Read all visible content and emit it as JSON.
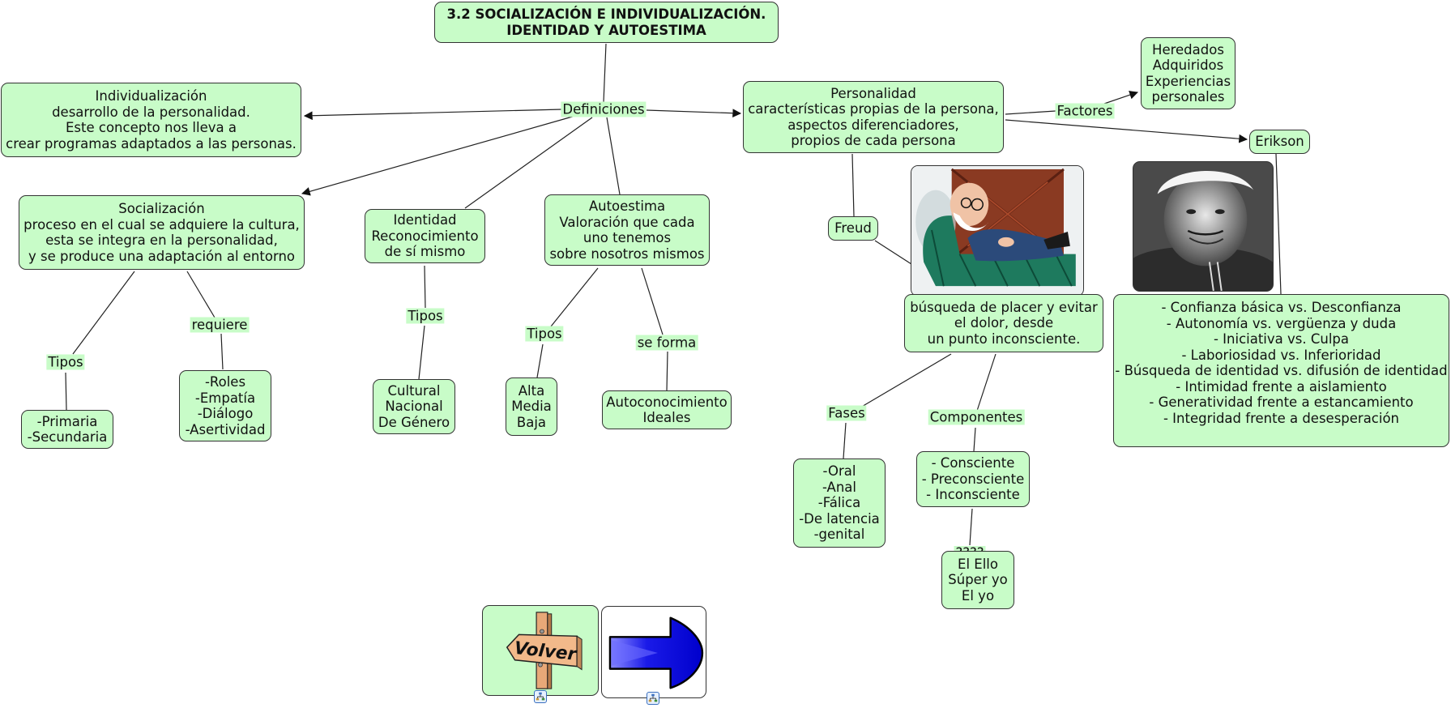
{
  "title": "3.2 SOCIALIZACIÓN E INDIVIDUALIZACIÓN.\nIDENTIDAD Y AUTOESTIMA",
  "nodes": {
    "individualizacion": "Individualización\ndesarrollo de la personalidad.\nEste concepto nos lleva a\ncrear programas adaptados a las personas.",
    "personalidad": "Personalidad\ncaracterísticas propias de la persona,\naspectos diferenciadores,\npropios de cada persona",
    "factores_list": "Heredados\nAdquiridos\nExperiencias\npersonales",
    "erikson": "Erikson",
    "socializacion": "Socialización\nproceso en el cual se adquiere la cultura,\nesta se integra en la personalidad,\ny se produce una adaptación al entorno",
    "identidad": "Identidad\nReconocimiento\nde sí mismo",
    "autoestima": "Autoestima\nValoración que cada\nuno tenemos\nsobre nosotros mismos",
    "freud": "Freud",
    "freud_desc": "búsqueda de placer y evitar\nel dolor, desde\nun punto inconsciente.",
    "erikson_stages": "- Confianza básica vs. Desconfianza\n- Autonomía vs. vergüenza y duda\n- Iniciativa vs. Culpa\n- Laboriosidad vs. Inferioridad\n- Búsqueda de identidad vs. difusión de identidad\n- Intimidad frente a aislamiento\n- Generatividad frente a estancamiento\n- Integridad frente a desesperación",
    "soc_tipos": "-Primaria\n-Secundaria",
    "soc_requiere": "-Roles\n-Empatía\n-Diálogo\n-Asertividad",
    "identidad_tipos": "Cultural\nNacional\nDe Género",
    "autoestima_tipos": "Alta\nMedia\nBaja",
    "autoestima_forma": "Autoconocimiento\nIdeales",
    "fases": "-Oral\n-Anal\n-Fálica\n-De latencia\n-genital",
    "componentes": "- Consciente\n- Preconsciente\n- Inconsciente",
    "ello": "El Ello\nSúper yo\nEl yo"
  },
  "link_labels": {
    "definiciones": "Definiciones",
    "factores": "Factores",
    "soc_tipos": "Tipos",
    "requiere": "requiere",
    "identidad_tipos": "Tipos",
    "autoestima_tipos": "Tipos",
    "se_forma": "se forma",
    "fases": "Fases",
    "componentes": "Componentes",
    "unknown": "????"
  },
  "images": {
    "freud_image": "freud-caricature",
    "erikson_image": "erikson-photo"
  },
  "navigation": {
    "back_label": "Volver",
    "next_icon": "right-arrow-icon"
  },
  "colors": {
    "node_fill": "#c8fcc8",
    "node_border": "#333333",
    "arrow_blue": "#1010e8"
  }
}
